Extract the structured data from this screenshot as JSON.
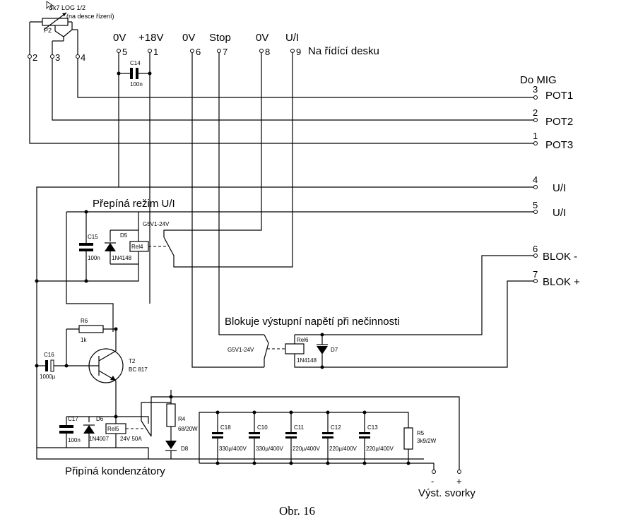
{
  "pot": {
    "value": "4k7 LOG 1/2",
    "note": "(na desce řízení)",
    "ref": "P2",
    "pins": [
      "2",
      "3",
      "4"
    ]
  },
  "top_terminals": [
    {
      "label": "0V",
      "pin": "5"
    },
    {
      "label": "+18V",
      "pin": "1"
    },
    {
      "label": "0V",
      "pin": "6"
    },
    {
      "label": "Stop",
      "pin": "7"
    },
    {
      "label": "0V",
      "pin": "8"
    },
    {
      "label": "U/I",
      "pin": "9"
    }
  ],
  "top_dest": "Na řídící desku",
  "mig_title": "Do MIG",
  "right_terminals": [
    {
      "pin": "3",
      "label": "POT1"
    },
    {
      "pin": "2",
      "label": "POT2"
    },
    {
      "pin": "1",
      "label": "POT3"
    },
    {
      "pin": "4",
      "label": "U/I"
    },
    {
      "pin": "5",
      "label": "U/I"
    },
    {
      "pin": "6",
      "label": "BLOK -"
    },
    {
      "pin": "7",
      "label": "BLOK +"
    }
  ],
  "notes": {
    "ui_switch": "Přepíná režim U/I",
    "block": "Blokuje výstupní napětí při nečinnosti",
    "caps_switch": "Připíná kondenzátory"
  },
  "components": {
    "c14": {
      "ref": "C14",
      "value": "100n"
    },
    "c15": {
      "ref": "C15",
      "value": "100n"
    },
    "d5": {
      "ref": "D5",
      "value": "1N4148"
    },
    "rel4": {
      "ref": "Rel4",
      "type": "G5V1-24V"
    },
    "r6": {
      "ref": "R6",
      "value": "1k"
    },
    "t2": {
      "ref": "T2",
      "value": "BC 817"
    },
    "c16": {
      "ref": "C16",
      "value": "1000µ"
    },
    "rel6": {
      "ref": "Rel6",
      "type": "G5V1-24V",
      "diode": "1N4148"
    },
    "d7": {
      "ref": "D7"
    },
    "c17": {
      "ref": "C17",
      "value": "100n"
    },
    "d6": {
      "ref": "D6",
      "value": "1N4007"
    },
    "rel5": {
      "ref": "Rel5",
      "rating": "24V 50A"
    },
    "r4": {
      "ref": "R4",
      "value": "68/20W"
    },
    "d8": {
      "ref": "D8"
    },
    "caps": [
      {
        "ref": "C18",
        "value": "330µ/400V"
      },
      {
        "ref": "C10",
        "value": "330µ/400V"
      },
      {
        "ref": "C11",
        "value": "220µ/400V"
      },
      {
        "ref": "C12",
        "value": "220µ/400V"
      },
      {
        "ref": "C13",
        "value": "220µ/400V"
      }
    ],
    "r5": {
      "ref": "R5",
      "value": "3k9/2W"
    }
  },
  "output": {
    "minus": "-",
    "plus": "+",
    "label": "Výst. svorky"
  },
  "caption": "Obr. 16"
}
